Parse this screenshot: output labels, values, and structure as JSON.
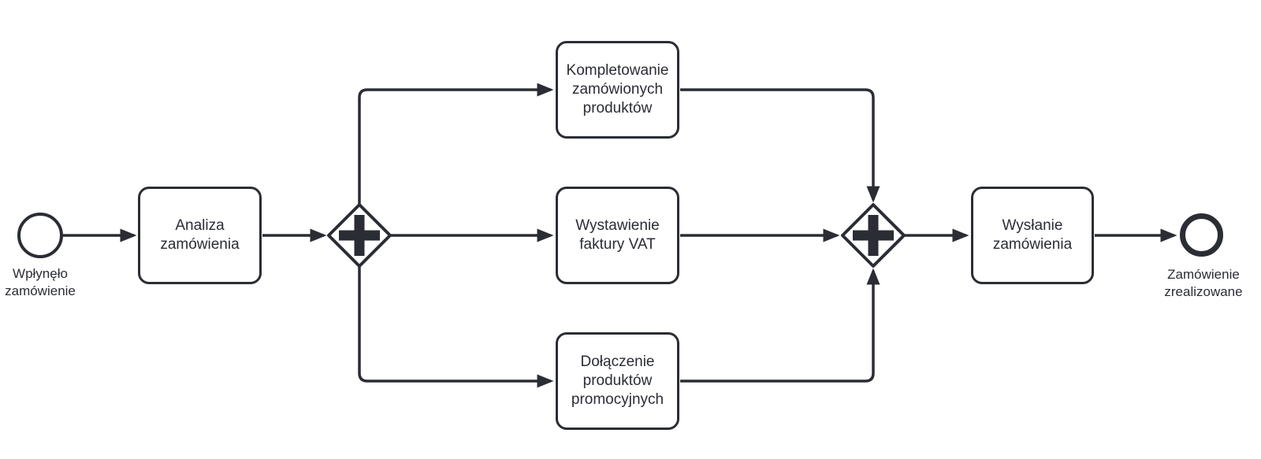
{
  "colors": {
    "stroke": "#2b2d35",
    "fill": "#ffffff",
    "text": "#2b2d35"
  },
  "process": {
    "start_event": {
      "type": "start-event",
      "label": "Wpłynęło\nzamówienie"
    },
    "tasks": {
      "analiza": {
        "label": "Analiza\nzamówienia"
      },
      "kompletowanie": {
        "label": "Kompletowanie\nzamówionych\nproduktów"
      },
      "faktura": {
        "label": "Wystawienie\nfaktury VAT"
      },
      "promocyjne": {
        "label": "Dołączenie\nproduktów\npromocyjnych"
      },
      "wyslanie": {
        "label": "Wysłanie\nzamówienia"
      }
    },
    "gateways": {
      "split": {
        "type": "parallel",
        "symbol": "+"
      },
      "join": {
        "type": "parallel",
        "symbol": "+"
      }
    },
    "end_event": {
      "type": "end-event",
      "label": "Zamówienie\nzrealizowane"
    },
    "flows": [
      "start → analiza",
      "analiza → split",
      "split → kompletowanie",
      "split → faktura",
      "split → promocyjne",
      "kompletowanie → join",
      "faktura → join",
      "promocyjne → join",
      "join → wyslanie",
      "wyslanie → end"
    ]
  }
}
